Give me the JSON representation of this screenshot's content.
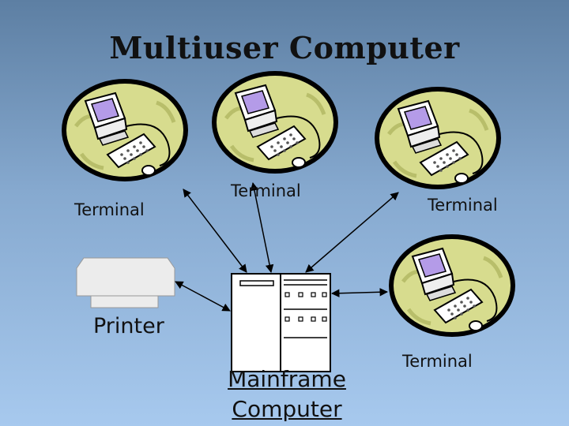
{
  "title": "Multiuser Computer",
  "labels": {
    "terminal_left": "Terminal",
    "terminal_middle": "Terminal",
    "terminal_right": "Terminal",
    "terminal_lower_right": "Terminal",
    "printer": "Printer",
    "mainframe_line1": "Mainframe",
    "mainframe_line2": "Computer"
  },
  "colors": {
    "blob": "#d7dc8e",
    "screen": "#b49be8",
    "device": "#ffffff",
    "printer": "#ececec",
    "line": "#000000"
  },
  "icons": [
    "terminal-icon",
    "printer-icon",
    "mainframe-icon"
  ]
}
